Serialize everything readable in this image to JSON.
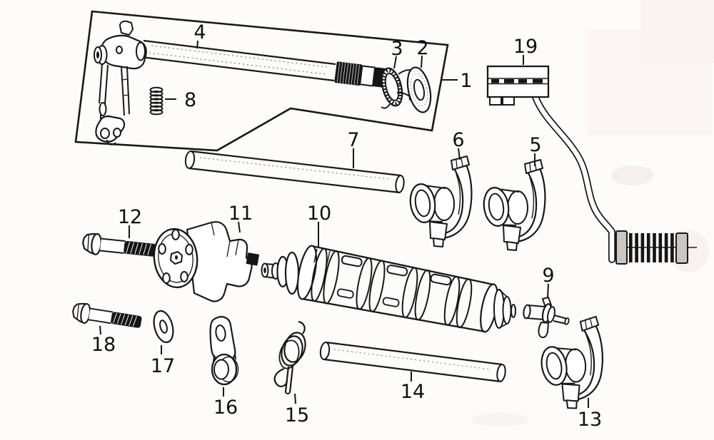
{
  "diagram": {
    "type": "exploded-parts-diagram",
    "description_visible_text": "numeric part callouts only",
    "callouts": {
      "c1": {
        "label": "1"
      },
      "c2": {
        "label": "2"
      },
      "c3": {
        "label": "3"
      },
      "c4": {
        "label": "4"
      },
      "c5": {
        "label": "5"
      },
      "c6": {
        "label": "6"
      },
      "c7": {
        "label": "7"
      },
      "c8": {
        "label": "8"
      },
      "c9": {
        "label": "9"
      },
      "c10": {
        "label": "10"
      },
      "c11": {
        "label": "11"
      },
      "c12": {
        "label": "12"
      },
      "c13": {
        "label": "13"
      },
      "c14": {
        "label": "14"
      },
      "c15": {
        "label": "15"
      },
      "c16": {
        "label": "16"
      },
      "c17": {
        "label": "17"
      },
      "c18": {
        "label": "18"
      },
      "c19": {
        "label": "19"
      }
    },
    "colors": {
      "background": "#fdfcfb",
      "line": "#181818",
      "part_fill": "#ffffff",
      "dark_fill": "#151515",
      "rubber_gray": "#c9c6c3",
      "scan_tint": "#f8f2ef"
    }
  }
}
